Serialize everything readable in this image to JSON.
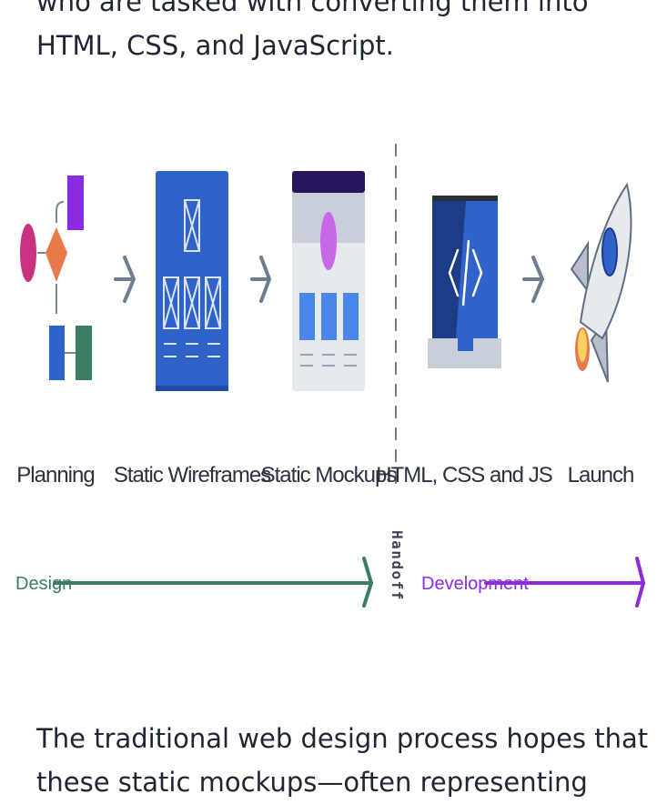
{
  "text_top": {
    "line1": "who are tasked with converting them into",
    "line2": "HTML, CSS, and JavaScript."
  },
  "figure": {
    "stages": [
      {
        "label": "Planning",
        "icon": "planning-flowchart-icon"
      },
      {
        "label": "Static Wireframes",
        "icon": "wireframe-icon"
      },
      {
        "label": "Static Mockups",
        "icon": "mockup-icon"
      },
      {
        "label": "HTML, CSS and JS",
        "icon": "code-laptop-icon"
      },
      {
        "label": "Launch",
        "icon": "rocket-icon"
      }
    ],
    "handoff_label": "Handoff",
    "phases": {
      "design": {
        "label": "Design",
        "color": "#3a7d63"
      },
      "development": {
        "label": "Development",
        "color": "#8a2be2"
      }
    }
  },
  "text_bottom": {
    "line1": "The traditional web design process hopes that",
    "line2": "these static mockups—often representing"
  }
}
